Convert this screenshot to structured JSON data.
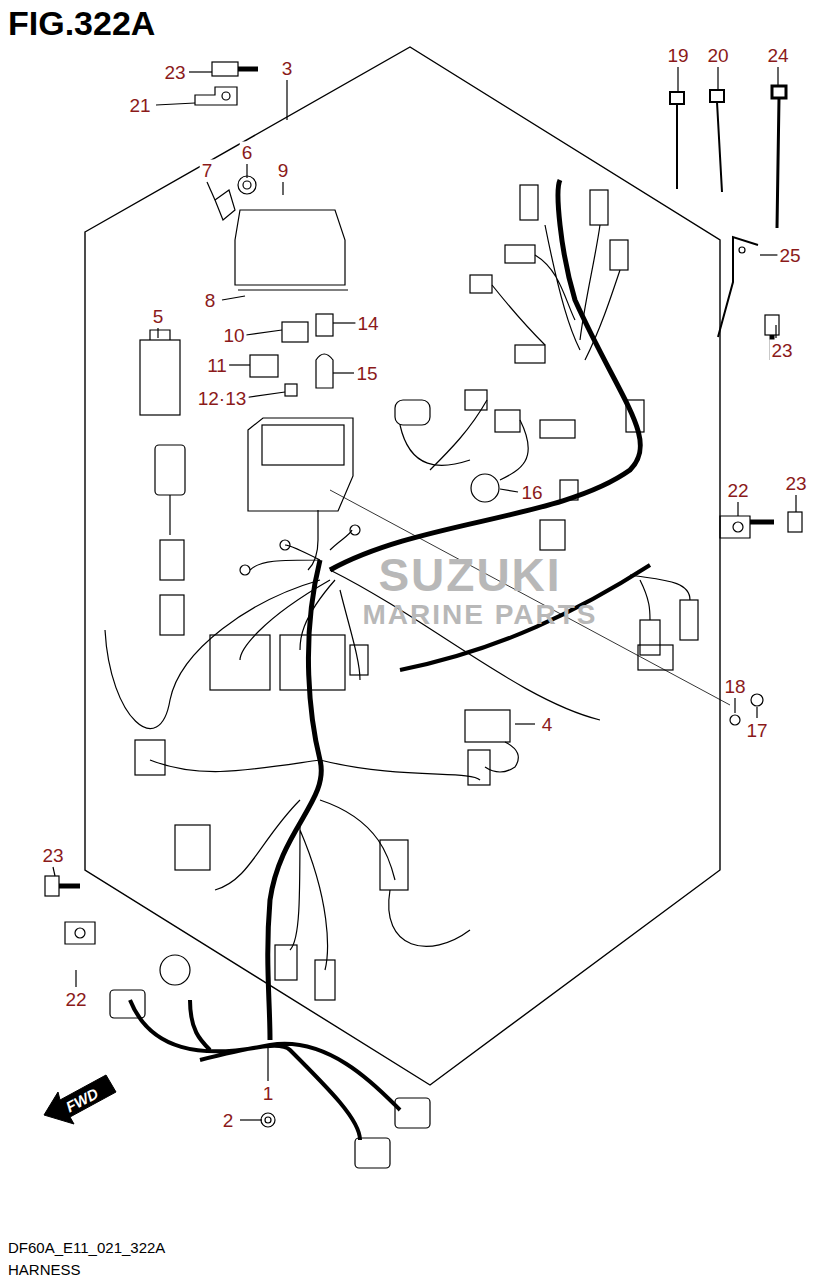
{
  "diagram": {
    "title": "FIG.322A",
    "caption": "HARNESS",
    "labels": [
      "23",
      "3",
      "21",
      "6",
      "9",
      "7",
      "19",
      "20",
      "24",
      "25",
      "23",
      "8",
      "5",
      "10",
      "14",
      "11",
      "15",
      "12·13",
      "16",
      "22",
      "23",
      "4",
      "18",
      "17",
      "23",
      "22",
      "1",
      "2",
      "FWD",
      "SUZUKI",
      "MARINE PARTS",
      "DF60A_E11_021_322A"
    ]
  }
}
